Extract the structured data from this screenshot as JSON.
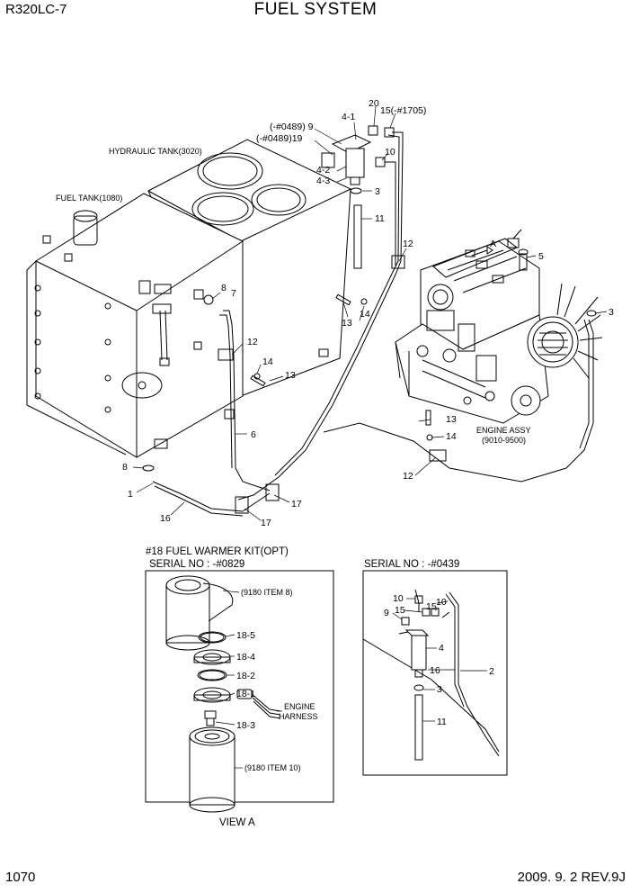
{
  "header": {
    "model": "R320LC-7",
    "title": "FUEL SYSTEM",
    "page": "1070",
    "revision": "2009. 9. 2  REV.9J"
  },
  "labels": {
    "hydraulic_tank": "HYDRAULIC TANK(3020)",
    "fuel_tank": "FUEL TANK(1080)",
    "engine_assy_1": "ENGINE ASSY",
    "engine_assy_2": "(9010-9500)",
    "view_a_arrow": "A",
    "engine_harness_1": "ENGINE",
    "engine_harness_2": "HARNESS",
    "item8_ref": "(9180 ITEM 8)",
    "item10_ref": "(9180 ITEM 10)",
    "view_a": "VIEW A"
  },
  "inset_warmer": {
    "title": "#18 FUEL WARMER KIT(OPT)",
    "serial": "SERIAL NO : -#0829"
  },
  "inset_serial": {
    "title": "SERIAL NO : -#0439"
  },
  "callouts": {
    "c4_1": "4-1",
    "c20": "20",
    "c15_1705": "15(-#1705)",
    "c9_0489": "(-#0489) 9",
    "c19_0489": "(-#0489)19",
    "c10_top": "10",
    "c4_2": "4-2",
    "c4_3": "4-3",
    "c3_top": "3",
    "c11_top": "11",
    "c12_top": "12",
    "c5": "5",
    "c3_right": "3",
    "c8_mid": "8",
    "c7": "7",
    "c13_a": "13",
    "c14_a": "14",
    "c12_mid": "12",
    "c14_mid": "14",
    "c13_mid": "13",
    "c6": "6",
    "c13_b": "13",
    "c14_b": "14",
    "c12_b": "12",
    "c8_low": "8",
    "c1": "1",
    "c16_main": "16",
    "c17_a": "17",
    "c17_b": "17",
    "c18_5": "18-5",
    "c18_4": "18-4",
    "c18_2": "18-2",
    "c18_1": "18-1",
    "c18_3": "18-3",
    "s10_a": "10",
    "s10_b": "10",
    "s9": "9",
    "s15_a": "15",
    "s15_b": "15",
    "s4": "4",
    "s16": "16",
    "s2": "2",
    "s3": "3",
    "s11": "11"
  }
}
